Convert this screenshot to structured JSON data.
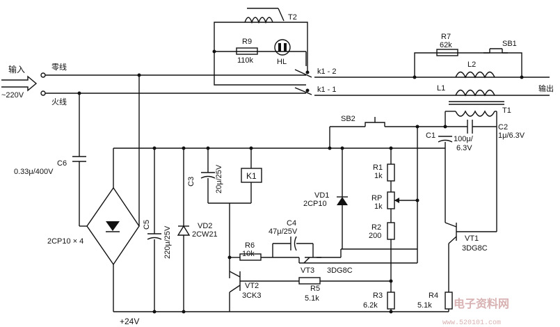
{
  "labels": {
    "input": "输入",
    "neutral": "零线",
    "live": "火线",
    "mains_voltage": "~220V",
    "output": "输出",
    "supply": "+24V",
    "bridge": "2CP10 × 4",
    "sw_k1_2": "k1 - 2",
    "sw_k1_1": "k1 - 1"
  },
  "components": {
    "T2": "T2",
    "R9_name": "R9",
    "R9_value": "110k",
    "HL": "HL",
    "R7_name": "R7",
    "R7_value": "62k",
    "SB1": "SB1",
    "L2": "L2",
    "L1": "L1",
    "T1": "T1",
    "SB2": "SB2",
    "C1_name": "C1",
    "C1_value_a": "100μ/",
    "C1_value_b": "6.3V",
    "C2_name": "C2",
    "C2_value": "1μ/6.3V",
    "C6_name": "C6",
    "C6_value": "0.33μ/400V",
    "C3_name": "C3",
    "C3_value": "20μ/25V",
    "K1": "K1",
    "R1_name": "R1",
    "R1_value": "1k",
    "VD1_name": "VD1",
    "VD1_value": "2CP10",
    "RP_name": "RP",
    "RP_value": "1k",
    "R2_name": "R2",
    "R2_value": "200",
    "C5_name": "C5",
    "C5_value": "220μ/25V",
    "VD2_name": "VD2",
    "VD2_value": "2CW21",
    "C4_name": "C4",
    "C4_value": "47μ/25V",
    "R6_name": "R6",
    "R6_value": "10k",
    "VT3_name": "VT3",
    "VT3_value": "3DG8C",
    "VT1_name": "VT1",
    "VT1_value": "3DG8C",
    "VT2_name": "VT2",
    "VT2_value": "3CK3",
    "R5_name": "R5",
    "R5_value": "5.1k",
    "R3_name": "R3",
    "R3_value": "6.2k",
    "R4_name": "R4",
    "R4_value": "5.1k"
  },
  "watermark": {
    "text": "电子资料网",
    "url": "www.520101.com"
  }
}
